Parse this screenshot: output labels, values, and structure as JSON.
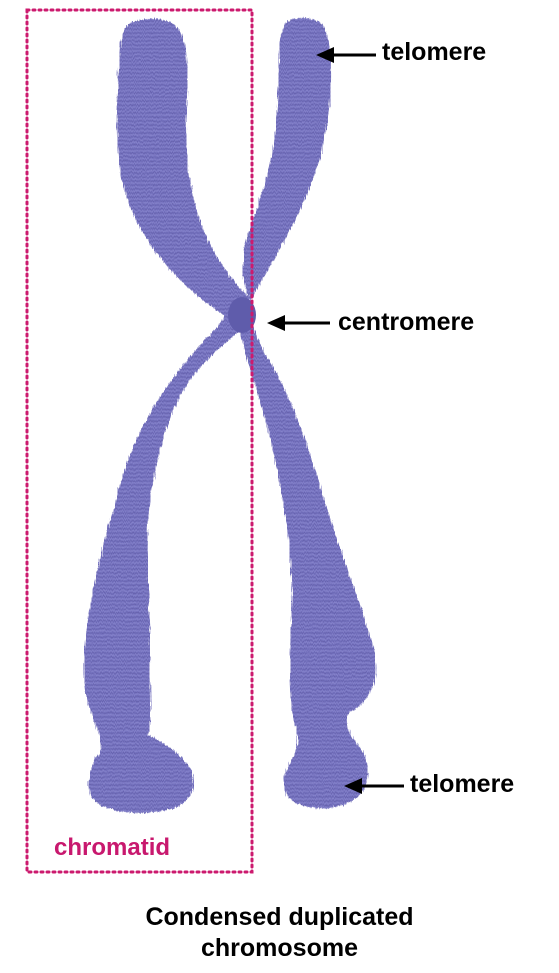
{
  "labels": {
    "telomere_top": "telomere",
    "centromere": "centromere",
    "telomere_bottom": "telomere",
    "chromatid": "chromatid"
  },
  "caption": {
    "line1": "Condensed duplicated",
    "line2": "chromosome"
  },
  "colors": {
    "chromosome": "#6f6cbd",
    "chromosome_dark": "#5a57a6",
    "chromatid_box": "#cc1a6e",
    "chromatid_label": "#c8186e",
    "text": "#000000"
  }
}
